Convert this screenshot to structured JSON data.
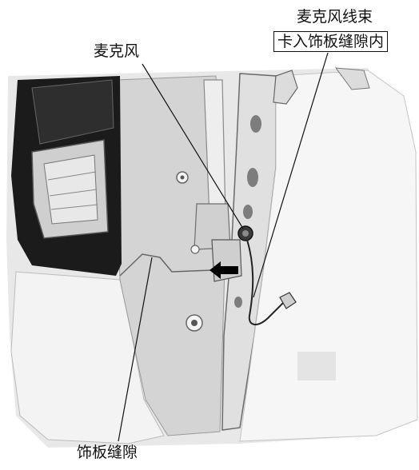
{
  "figure": {
    "callouts": {
      "microphone": "麦克风",
      "harness_line1": "麦克风线束",
      "harness_line2": "卡入饰板缝隙内",
      "trim_gap": "饰板缝隙"
    },
    "colors": {
      "lamp_dark": "#1b1b1b",
      "panel_light": "#e2e2e2",
      "panel_mid": "#bdbdbd",
      "line": "#111111",
      "arrow": "#000000"
    }
  }
}
